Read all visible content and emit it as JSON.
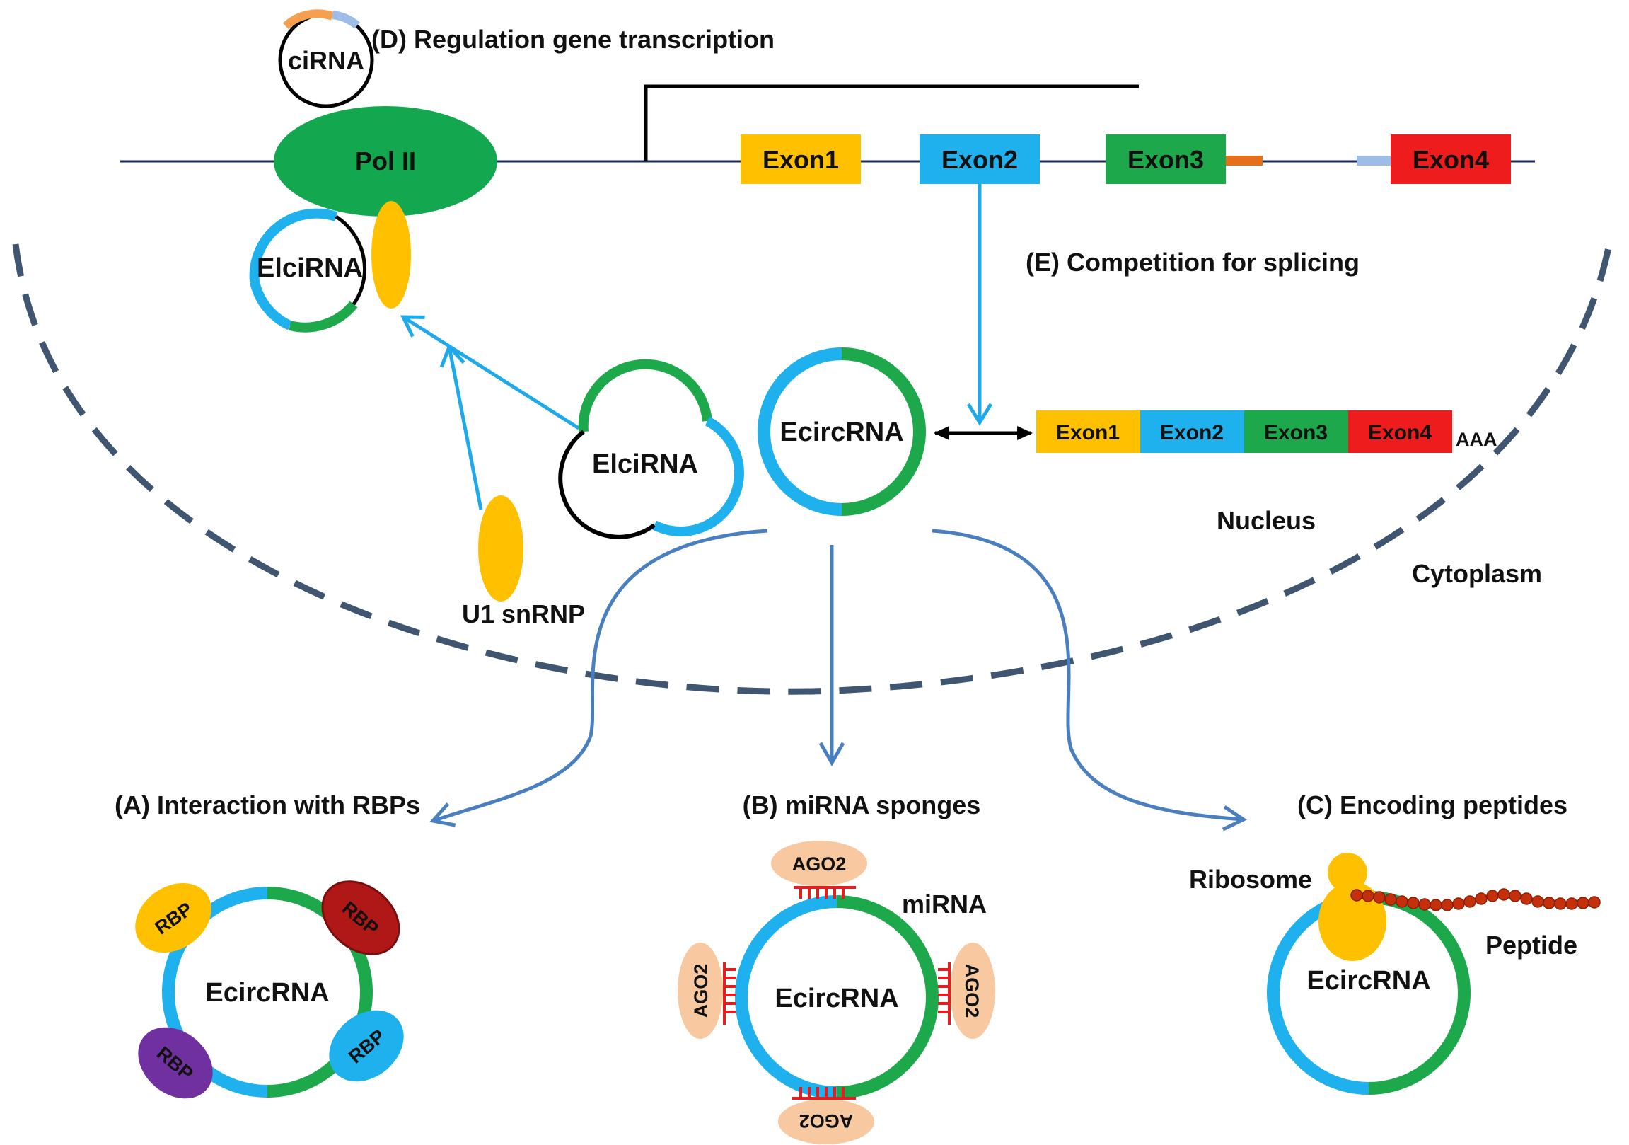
{
  "colors": {
    "blue_exon": "#1eb1ee",
    "green_exon": "#1da84b",
    "orange_exon": "#ffc000",
    "red_exon": "#ee1c1c",
    "arrow_blue": "#1eaaea",
    "steel_blue": "#4a7fbf",
    "pol2_green": "#13a84f",
    "u1_yellow": "#ffc000",
    "ago2_peach": "#f8c8a0",
    "mirna_red": "#e02020",
    "membrane": "#3f5570"
  },
  "labels": {
    "panel_d": "(D) Regulation gene transcription",
    "panel_e": "(E) Competition for splicing",
    "panel_a": "(A) Interaction with RBPs",
    "panel_b": "(B) miRNA sponges",
    "panel_c": "(C) Encoding peptides",
    "nucleus": "Nucleus",
    "cytoplasm": "Cytoplasm",
    "u1_snrnp": "U1 snRNP",
    "cirna": "ciRNA",
    "pol2": "Pol II",
    "eicirna_top": "ElciRNA",
    "eicirna_mid": "ElciRNA",
    "ecircrna_center": "EcircRNA",
    "ecircrna_a": "EcircRNA",
    "ecircrna_b": "EcircRNA",
    "ecircrna_c": "EcircRNA",
    "polya": "AAA",
    "mirna": "miRNA",
    "ribosome": "Ribosome",
    "peptide": "Peptide"
  },
  "gene_exons": [
    "Exon1",
    "Exon2",
    "Exon3",
    "Exon4"
  ],
  "mrna_exons": [
    "Exon1",
    "Exon2",
    "Exon3",
    "Exon4"
  ],
  "rbps": [
    "RBP",
    "RBP",
    "RBP",
    "RBP"
  ],
  "ago2": [
    "AGO2",
    "AGO2",
    "AGO2",
    "AGO2"
  ]
}
